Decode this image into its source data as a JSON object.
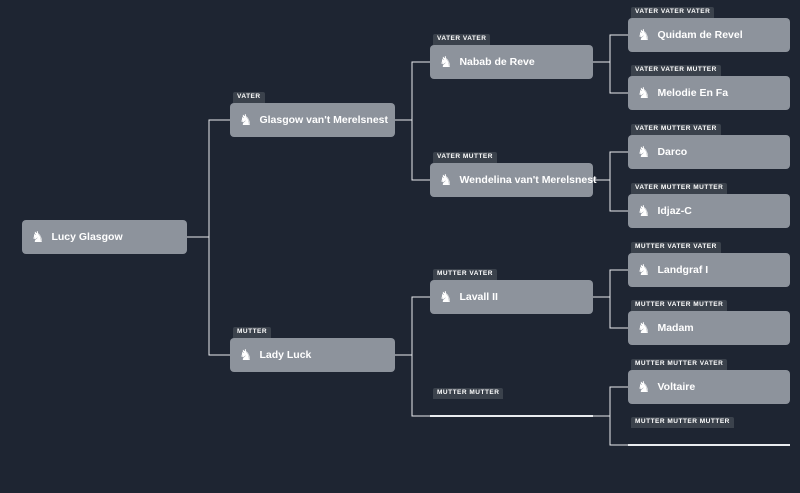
{
  "colors": {
    "background": "#1e2532",
    "node_bg": "#8d939c",
    "tag_bg": "#3b424c",
    "node_text": "#ffffff",
    "line": "#e9ecef"
  },
  "icons": {
    "horse": "♞"
  },
  "tree": {
    "root": {
      "name": "Lucy Glasgow"
    },
    "gen1": [
      {
        "tag": "VATER",
        "name": "Glasgow van't Merelsnest"
      },
      {
        "tag": "MUTTER",
        "name": "Lady Luck"
      }
    ],
    "gen2": [
      {
        "tag": "VATER VATER",
        "name": "Nabab de Reve"
      },
      {
        "tag": "VATER MUTTER",
        "name": "Wendelina van't Merelsnest"
      },
      {
        "tag": "MUTTER VATER",
        "name": "Lavall II"
      },
      {
        "tag": "MUTTER MUTTER",
        "name": "",
        "empty": true
      }
    ],
    "gen3": [
      {
        "tag": "VATER VATER VATER",
        "name": "Quidam de Revel"
      },
      {
        "tag": "VATER VATER MUTTER",
        "name": "Melodie En Fa"
      },
      {
        "tag": "VATER MUTTER VATER",
        "name": "Darco"
      },
      {
        "tag": "VATER MUTTER MUTTER",
        "name": "Idjaz-C"
      },
      {
        "tag": "MUTTER VATER VATER",
        "name": "Landgraf I"
      },
      {
        "tag": "MUTTER VATER MUTTER",
        "name": "Madam"
      },
      {
        "tag": "MUTTER MUTTER VATER",
        "name": "Voltaire"
      },
      {
        "tag": "MUTTER MUTTER MUTTER",
        "name": "",
        "empty": true
      }
    ]
  }
}
